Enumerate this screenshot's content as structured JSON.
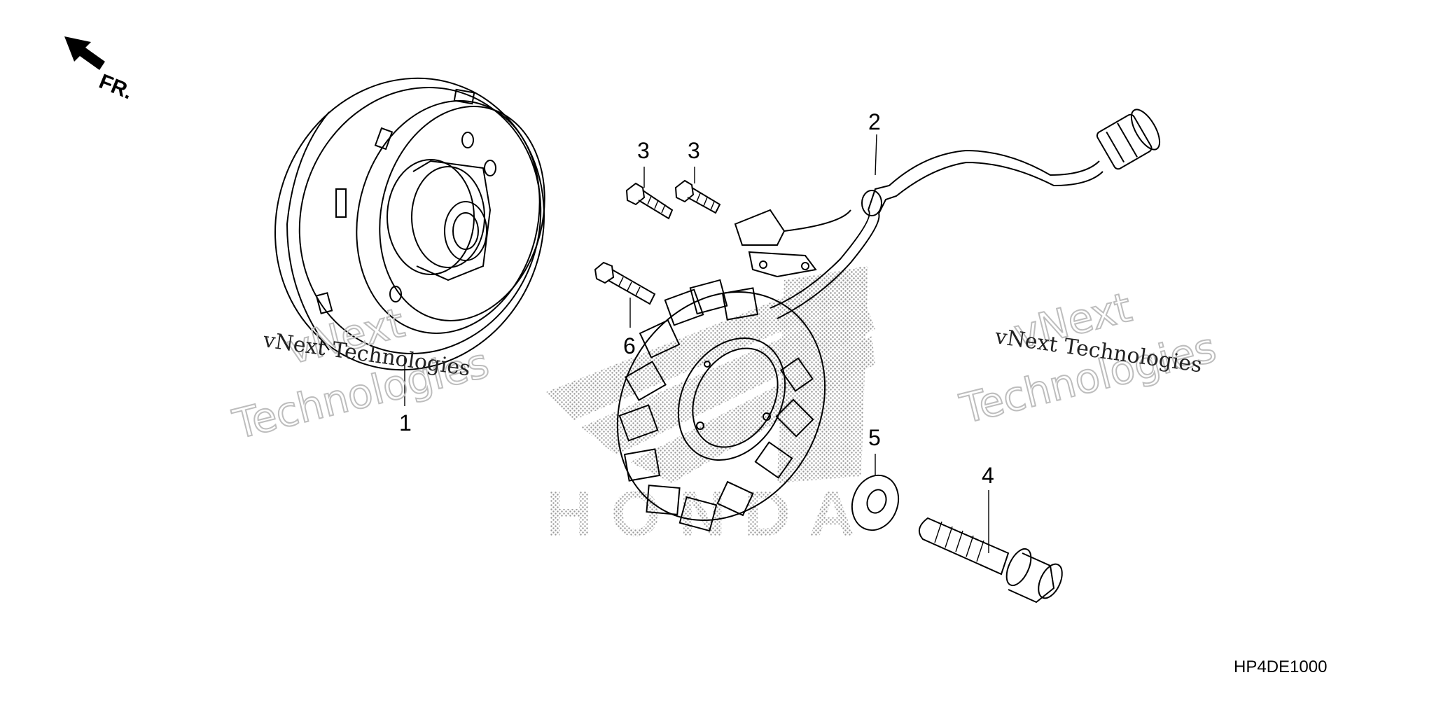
{
  "direction_label": "FR.",
  "diagram_code": "HP4DE1000",
  "brand_watermark": "HONDA",
  "watermarks": {
    "left_small": "vNext Technologies",
    "left_big_1": "vNext",
    "left_big_2": "Technologies",
    "right_small": "vNext Technologies",
    "right_big_1": "vNext",
    "right_big_2": "Technologies"
  },
  "callouts": {
    "p1": "1",
    "p2": "2",
    "p3a": "3",
    "p3b": "3",
    "p4": "4",
    "p5": "5",
    "p6": "6"
  },
  "colors": {
    "line": "#000000",
    "background": "#ffffff",
    "stipple": "#9a9a9a",
    "watermark": "#bdbdbd"
  }
}
